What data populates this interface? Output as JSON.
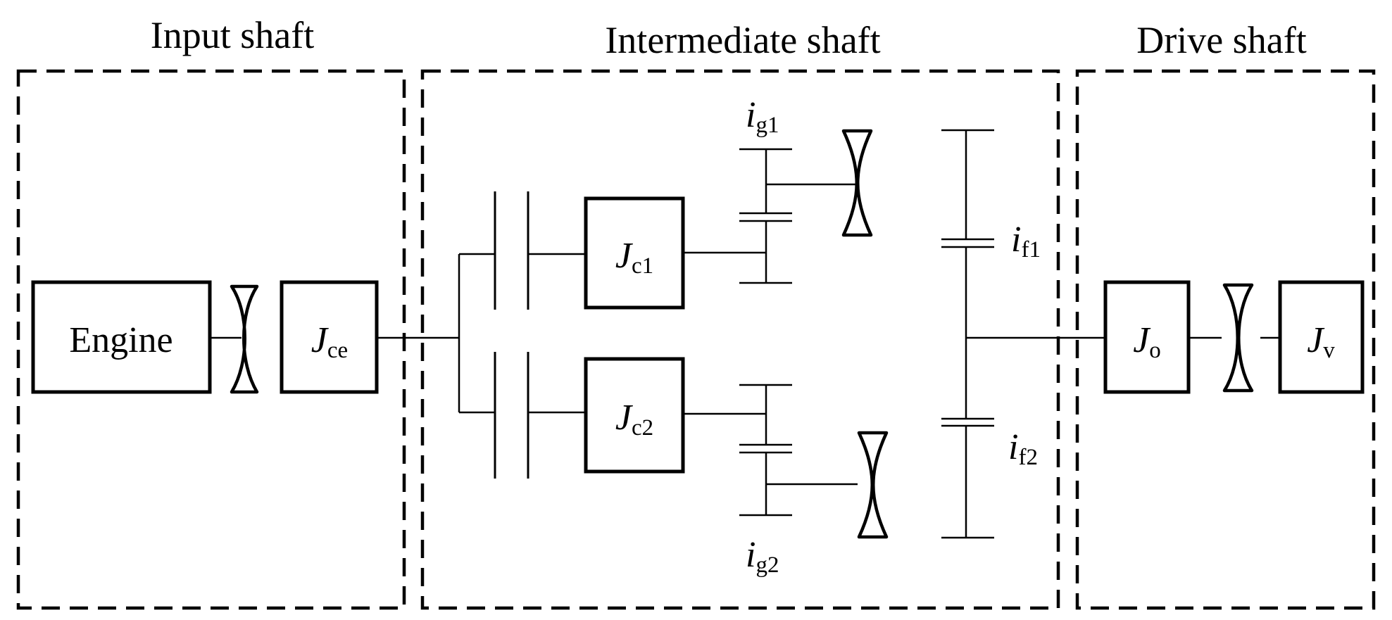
{
  "sections": {
    "input": "Input shaft",
    "intermediate": "Intermediate shaft",
    "drive": "Drive shaft"
  },
  "components": {
    "engine": "Engine",
    "j_ce": {
      "symbol": "J",
      "sub": "ce"
    },
    "j_c1": {
      "symbol": "J",
      "sub": "c1"
    },
    "j_c2": {
      "symbol": "J",
      "sub": "c2"
    },
    "j_o": {
      "symbol": "J",
      "sub": "o"
    },
    "j_v": {
      "symbol": "J",
      "sub": "v"
    }
  },
  "ratios": {
    "i_g1": {
      "symbol": "i",
      "sub": "g1"
    },
    "i_g2": {
      "symbol": "i",
      "sub": "g2"
    },
    "i_f1": {
      "symbol": "i",
      "sub": "f1"
    },
    "i_f2": {
      "symbol": "i",
      "sub": "f2"
    }
  }
}
